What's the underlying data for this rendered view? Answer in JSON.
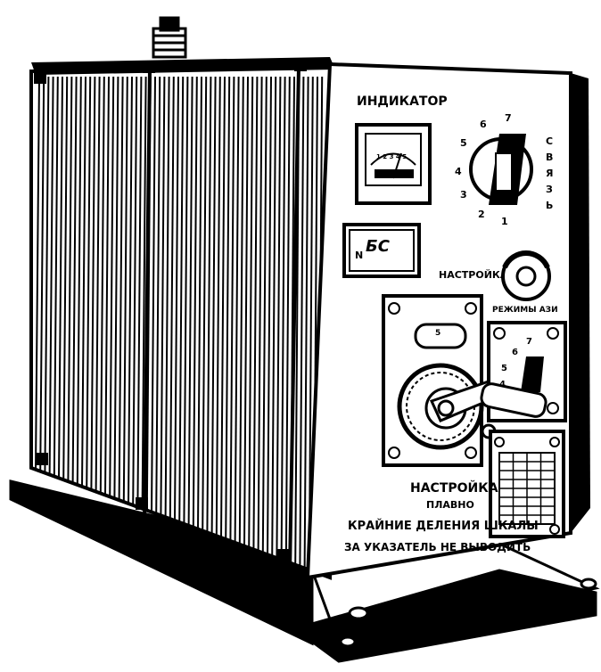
{
  "panel": {
    "indicator_label": "ИНДИКАТОР",
    "meter_scale": "1 2 3 4 5",
    "switch_numbers": [
      "7",
      "6",
      "5",
      "4",
      "3",
      "2",
      "1"
    ],
    "switch_side_letters": [
      "С",
      "В",
      "Я",
      "З",
      "Ь"
    ],
    "plate_letter": "N",
    "plate_text": "БС",
    "tuning_label": "НАСТРОЙКА",
    "modes_label": "РЕЖИМЫ АЗИ",
    "small_scale_digit": "5",
    "small_switch_numbers": [
      "7",
      "6",
      "5",
      "4"
    ],
    "fine_tuning_label": "НАСТРОЙКА",
    "fine_sub_label": "ПЛАВНО",
    "warning_line1": "КРАЙНИЕ ДЕЛЕНИЯ ШКАЛЫ",
    "warning_line2": "ЗА УКАЗАТЕЛЬ НЕ ВЫВОДИТЬ"
  },
  "colors": {
    "ink": "#000000",
    "paper": "#ffffff"
  }
}
